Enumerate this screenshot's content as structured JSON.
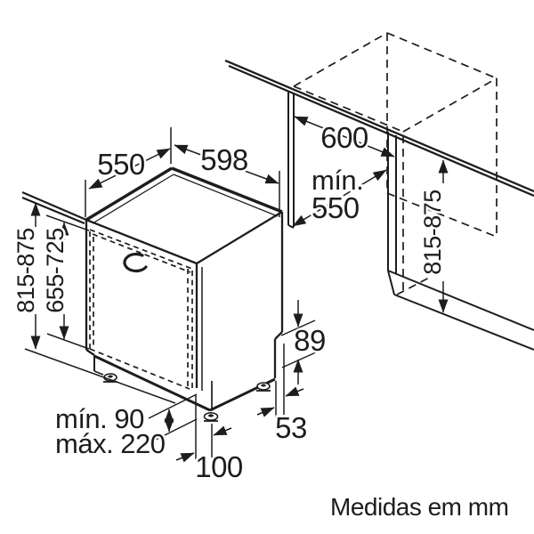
{
  "diagram": {
    "type": "appliance-installation-dimensions",
    "caption": "Medidas em mm",
    "unit": "mm",
    "colors": {
      "line": "#1d1d1b",
      "background": "#ffffff"
    },
    "labels": {
      "depth_top": "550",
      "width_top": "598",
      "niche_width": "600",
      "niche_depth_prefix": "mín.",
      "niche_depth_value": "550",
      "overall_height_left": "815-875",
      "door_panel_height": "655-725",
      "overall_height_right": "815-875",
      "rear_base_step": "89",
      "rear_foot_inset": "53",
      "plinth_clearance_min": "mín. 90",
      "plinth_clearance_max": "máx. 220",
      "front_foot_inset": "100"
    }
  }
}
